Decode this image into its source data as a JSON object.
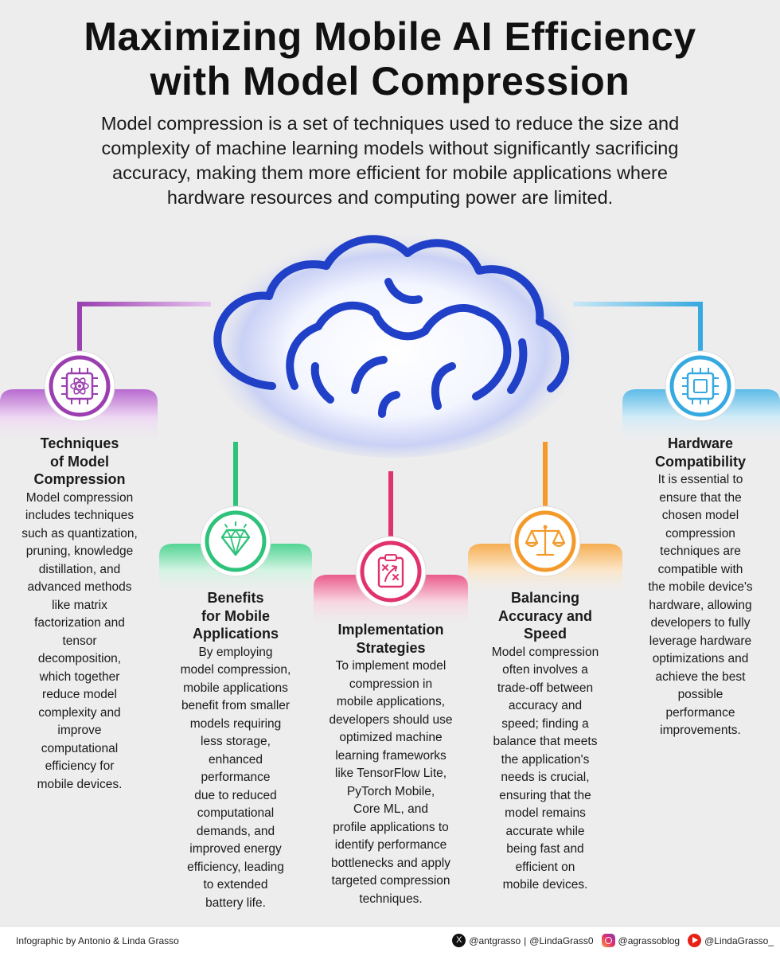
{
  "header": {
    "title_line1": "Maximizing Mobile AI Efficiency",
    "title_line2": "with Model Compression",
    "subtitle_line1": "Model compression is a set of techniques used to reduce the size and",
    "subtitle_line2": "complexity of machine learning models without significantly sacrificing",
    "subtitle_line3": "accuracy, making them more efficient for mobile applications where",
    "subtitle_line4": "hardware resources and computing power are limited."
  },
  "colors": {
    "purple": "#9b3fb0",
    "green": "#2fc27a",
    "pink": "#e0336e",
    "orange": "#f39a2b",
    "blue": "#36a9e0",
    "cloud": "#2040c8"
  },
  "cards": [
    {
      "icon": "cpu-atom-icon",
      "head": [
        "Techniques",
        "of Model",
        "Compression"
      ],
      "body": [
        "Model compression",
        "includes techniques",
        "such as quantization,",
        "pruning, knowledge",
        "distillation, and",
        "advanced methods",
        "like matrix",
        "factorization and",
        "tensor",
        "decomposition,",
        "which together",
        "reduce model",
        "complexity and",
        "improve",
        "computational",
        "efficiency for",
        "mobile devices."
      ]
    },
    {
      "icon": "diamond-icon",
      "head": [
        "Benefits",
        "for Mobile",
        "Applications"
      ],
      "body": [
        "By employing",
        "model compression,",
        "mobile applications",
        "benefit from smaller",
        "models requiring",
        "less storage,",
        "enhanced",
        "performance",
        "due to reduced",
        "computational",
        "demands, and",
        "improved energy",
        "efficiency, leading",
        "to extended",
        "battery life."
      ]
    },
    {
      "icon": "strategy-clipboard-icon",
      "head": [
        "Implementation",
        "Strategies"
      ],
      "body": [
        "To implement model",
        "compression in",
        "mobile applications,",
        "developers should use",
        "optimized machine",
        "learning frameworks",
        "like TensorFlow Lite,",
        "PyTorch Mobile,",
        "Core ML, and",
        "profile applications to",
        "identify performance",
        "bottlenecks and apply",
        "targeted compression",
        "techniques."
      ]
    },
    {
      "icon": "balance-scale-icon",
      "head": [
        "Balancing",
        "Accuracy and",
        "Speed"
      ],
      "body": [
        "Model compression",
        "often involves a",
        "trade-off between",
        "accuracy and",
        "speed; finding a",
        "balance that meets",
        "the application's",
        "needs is crucial,",
        "ensuring that the",
        "model remains",
        "accurate while",
        "being fast and",
        "efficient on",
        "mobile devices."
      ]
    },
    {
      "icon": "microchip-icon",
      "head": [
        "Hardware",
        "Compatibility"
      ],
      "body": [
        "It is essential to",
        "ensure that the",
        "chosen model",
        "compression",
        "techniques are",
        "compatible with",
        "the mobile device's",
        "hardware, allowing",
        "developers to fully",
        "leverage hardware",
        "optimizations and",
        "achieve the best",
        "possible",
        "performance",
        "improvements."
      ]
    }
  ],
  "footer": {
    "credit": "Infographic by Antonio & Linda Grasso",
    "x_handle": "@antgrasso",
    "separator": "|",
    "x_handle2": "@LindaGrass0",
    "instagram": "@agrassoblog",
    "youtube": "@LindaGrasso_"
  }
}
